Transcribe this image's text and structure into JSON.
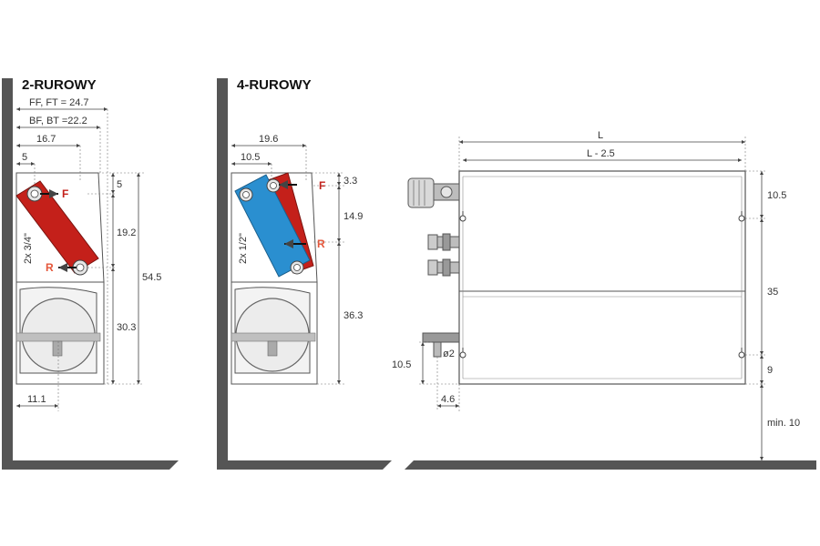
{
  "panel_left": {
    "title": "2-RUROWY",
    "dims": {
      "ff_ft": "FF, FT = 24.7",
      "bf_bt": "BF, BT =22.2",
      "d16_7": "16.7",
      "d5_top": "5",
      "d5_right": "5",
      "d19_2": "19.2",
      "d54_5": "54.5",
      "d30_3": "30.3",
      "d11_1": "11.1"
    },
    "pipe_size": "2x 3/4\"",
    "label_f": "F",
    "label_r": "R",
    "coil_color": "#c4201a"
  },
  "panel_middle": {
    "title": "4-RUROWY",
    "dims": {
      "d19_6": "19.6",
      "d10_5": "10.5",
      "d3_3": "3.3",
      "d14_9": "14.9",
      "d36_3": "36.3"
    },
    "pipe_size": "2x 1/2\"",
    "label_f": "F",
    "label_r": "R",
    "coil_hot_color": "#c4201a",
    "coil_cold_color": "#2a8fd0"
  },
  "panel_right": {
    "dims": {
      "L": "L",
      "L_minus": "L - 2.5",
      "d10_5_right": "10.5",
      "d35": "35",
      "d9": "9",
      "d10_5_left": "10.5",
      "phi2": "ø2",
      "d4_6": "4.6",
      "min10": "min. 10"
    }
  },
  "colors": {
    "wall": "#555555",
    "dimension_line": "#444444"
  }
}
